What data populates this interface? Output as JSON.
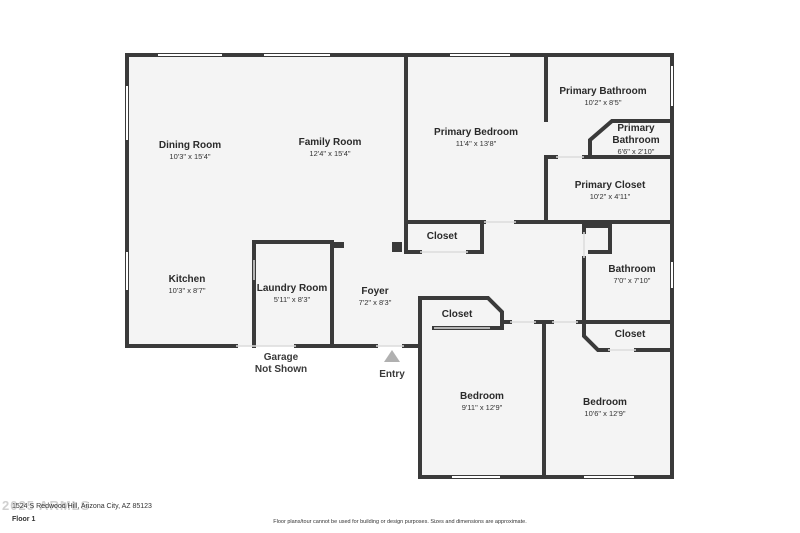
{
  "rooms": [
    {
      "key": "dining",
      "name": "Dining Room",
      "dims": "10'3\" x 15'4\""
    },
    {
      "key": "family",
      "name": "Family Room",
      "dims": "12'4\" x 15'4\""
    },
    {
      "key": "primary_bedroom",
      "name": "Primary Bedroom",
      "dims": "11'4\" x 13'8\""
    },
    {
      "key": "primary_bathroom",
      "name": "Primary Bathroom",
      "dims": "10'2\" x 8'5\""
    },
    {
      "key": "primary_bathroom_small",
      "name_line1": "Primary",
      "name_line2": "Bathroom",
      "dims": "6'6\" x 2'10\""
    },
    {
      "key": "primary_closet",
      "name": "Primary Closet",
      "dims": "10'2\" x 4'11\""
    },
    {
      "key": "closet_hall",
      "name": "Closet"
    },
    {
      "key": "bathroom",
      "name": "Bathroom",
      "dims": "7'0\" x 7'10\""
    },
    {
      "key": "kitchen",
      "name": "Kitchen",
      "dims": "10'3\" x 8'7\""
    },
    {
      "key": "laundry",
      "name": "Laundry Room",
      "dims": "5'11\" x 8'3\""
    },
    {
      "key": "foyer",
      "name": "Foyer",
      "dims": "7'2\" x 8'3\""
    },
    {
      "key": "closet_bed1",
      "name": "Closet"
    },
    {
      "key": "closet_bed2",
      "name": "Closet"
    },
    {
      "key": "bedroom1",
      "name": "Bedroom",
      "dims": "9'11\" x 12'9\""
    },
    {
      "key": "bedroom2",
      "name": "Bedroom",
      "dims": "10'6\" x 12'9\""
    }
  ],
  "labels": {
    "garage_line1": "Garage",
    "garage_line2": "Not Shown",
    "entry": "Entry"
  },
  "footer": {
    "address": "1524 S Redwood Hill, Arizona City, AZ 85123",
    "floor": "Floor 1",
    "disclaimer": "Floor plans/tour cannot be used for building or design purposes. Sizes and dimensions are approximate.",
    "watermark": "2025 ARMLS"
  },
  "colors": {
    "wall": "#3a3a3a",
    "floor": "#f4f4f4",
    "window": "#ffffff",
    "entry_arrow": "#b0b0b0"
  }
}
